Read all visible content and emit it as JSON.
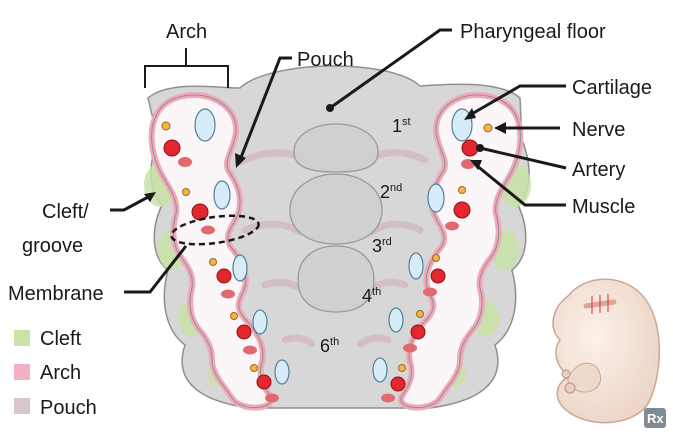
{
  "labels": {
    "arch": "Arch",
    "pouch": "Pouch",
    "pharyngeal_floor": "Pharyngeal floor",
    "cartilage": "Cartilage",
    "nerve": "Nerve",
    "artery": "Artery",
    "muscle": "Muscle",
    "cleft_groove_1": "Cleft/",
    "cleft_groove_2": "groove",
    "membrane": "Membrane"
  },
  "ordinals": [
    {
      "num": "1",
      "sup": "st"
    },
    {
      "num": "2",
      "sup": "nd"
    },
    {
      "num": "3",
      "sup": "rd"
    },
    {
      "num": "4",
      "sup": "th"
    },
    {
      "num": "6",
      "sup": "th"
    }
  ],
  "legend": [
    {
      "label": "Cleft",
      "color": "#c9e3a6"
    },
    {
      "label": "Arch",
      "color": "#f2b2c0"
    },
    {
      "label": "Pouch",
      "color": "#d8c6cf"
    }
  ],
  "colors": {
    "tissue": "#d7d7d7",
    "tissue_stroke": "#8f8f8f",
    "arch_fill": "#fbf6f7",
    "arch_rim": "#f0a9b8",
    "cleft": "#c9e3a6",
    "pouch": "#dccad3",
    "cartilage": "#d8ecf7",
    "nerve": "#f6b34a",
    "artery": "#e2282e",
    "muscle": "#e06a6f",
    "embryo": "#f6e6dc"
  },
  "logo": "Rx"
}
